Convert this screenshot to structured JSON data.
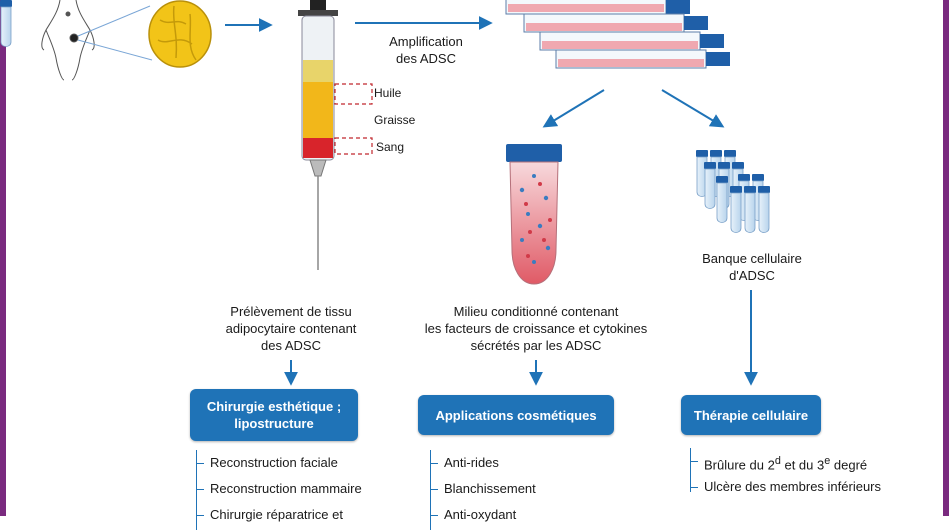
{
  "labels": {
    "amplification": [
      "Amplification",
      "des ADSC"
    ],
    "syringe_layers": [
      "Huile",
      "Graisse",
      "Sang"
    ],
    "prelevement": [
      "Prélèvement de tissu",
      "adipocytaire contenant",
      "des ADSC"
    ],
    "milieu": [
      "Milieu conditionné contenant",
      "les facteurs de croissance et cytokines",
      "sécrétés par les ADSC"
    ],
    "banque": [
      "Banque cellulaire",
      "d'ADSC"
    ]
  },
  "boxes": {
    "chirurgie": [
      "Chirurgie esthétique ;",
      "lipostructure"
    ],
    "cosmetique": "Applications cosmétiques",
    "therapie": "Thérapie cellulaire"
  },
  "lists": {
    "chirurgie": [
      "Reconstruction faciale",
      "Reconstruction mammaire",
      "Chirurgie réparatrice et"
    ],
    "cosmetique": [
      "Anti-rides",
      "Blanchissement",
      "Anti-oxydant"
    ],
    "therapie_rich": [
      {
        "pre": "Brûlure du 2",
        "sup1": "d",
        "mid": " et du 3",
        "sup2": "e",
        "post": " degré"
      },
      {
        "pre": "Ulcère des membres inférieurs"
      }
    ]
  },
  "colors": {
    "accent": "#1f73b7",
    "frame": "#7a2a7f",
    "fat": "#f2c418",
    "blood": "#d8242b"
  }
}
